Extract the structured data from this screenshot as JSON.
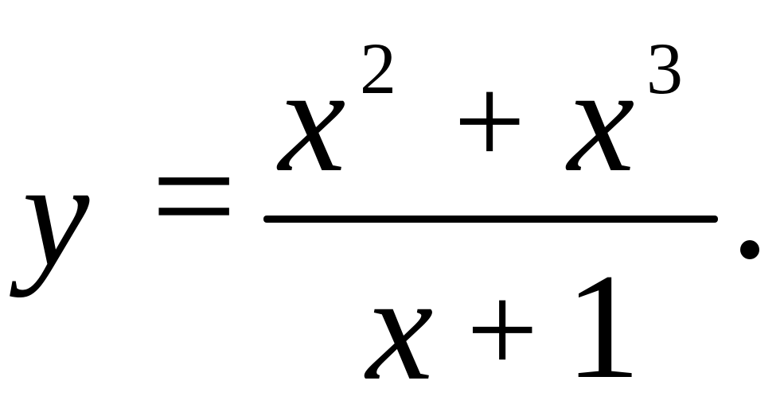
{
  "equation": {
    "lhs": "y",
    "equals": "=",
    "numerator": {
      "term1_base": "x",
      "term1_exponent": "2",
      "operator": "+",
      "term2_base": "x",
      "term2_exponent": "3"
    },
    "denominator": {
      "term_base": "x",
      "operator": "+",
      "constant": "1"
    },
    "terminator": "."
  }
}
